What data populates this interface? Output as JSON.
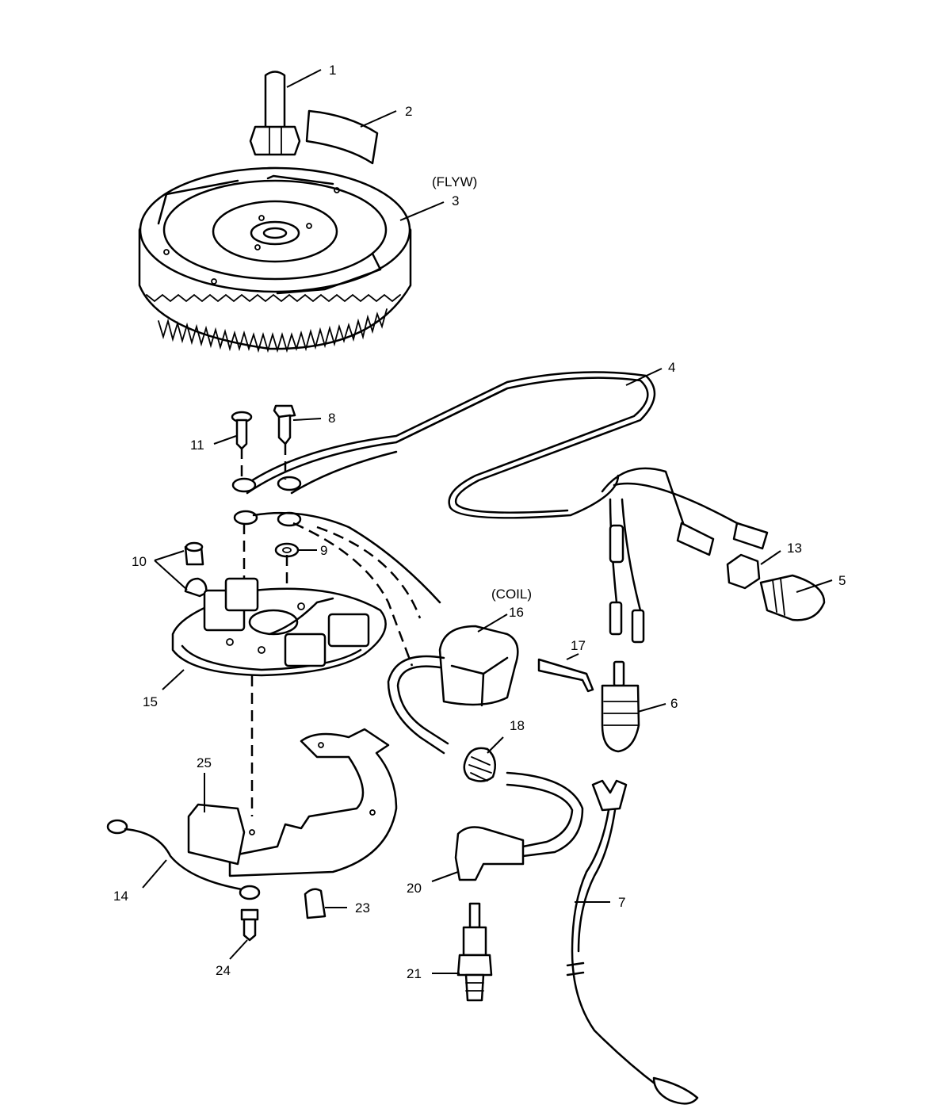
{
  "labels": {
    "p1": "1",
    "p2": "2",
    "p3_note": "(FLYW)",
    "p3": "3",
    "p4": "4",
    "p5": "5",
    "p6": "6",
    "p7": "7",
    "p8": "8",
    "p9": "9",
    "p10": "10",
    "p11": "11",
    "p13": "13",
    "p14": "14",
    "p15": "15",
    "p16_note": "(COIL)",
    "p16": "16",
    "p17": "17",
    "p18": "18",
    "p20": "20",
    "p21": "21",
    "p23": "23",
    "p24": "24",
    "p25": "25"
  }
}
